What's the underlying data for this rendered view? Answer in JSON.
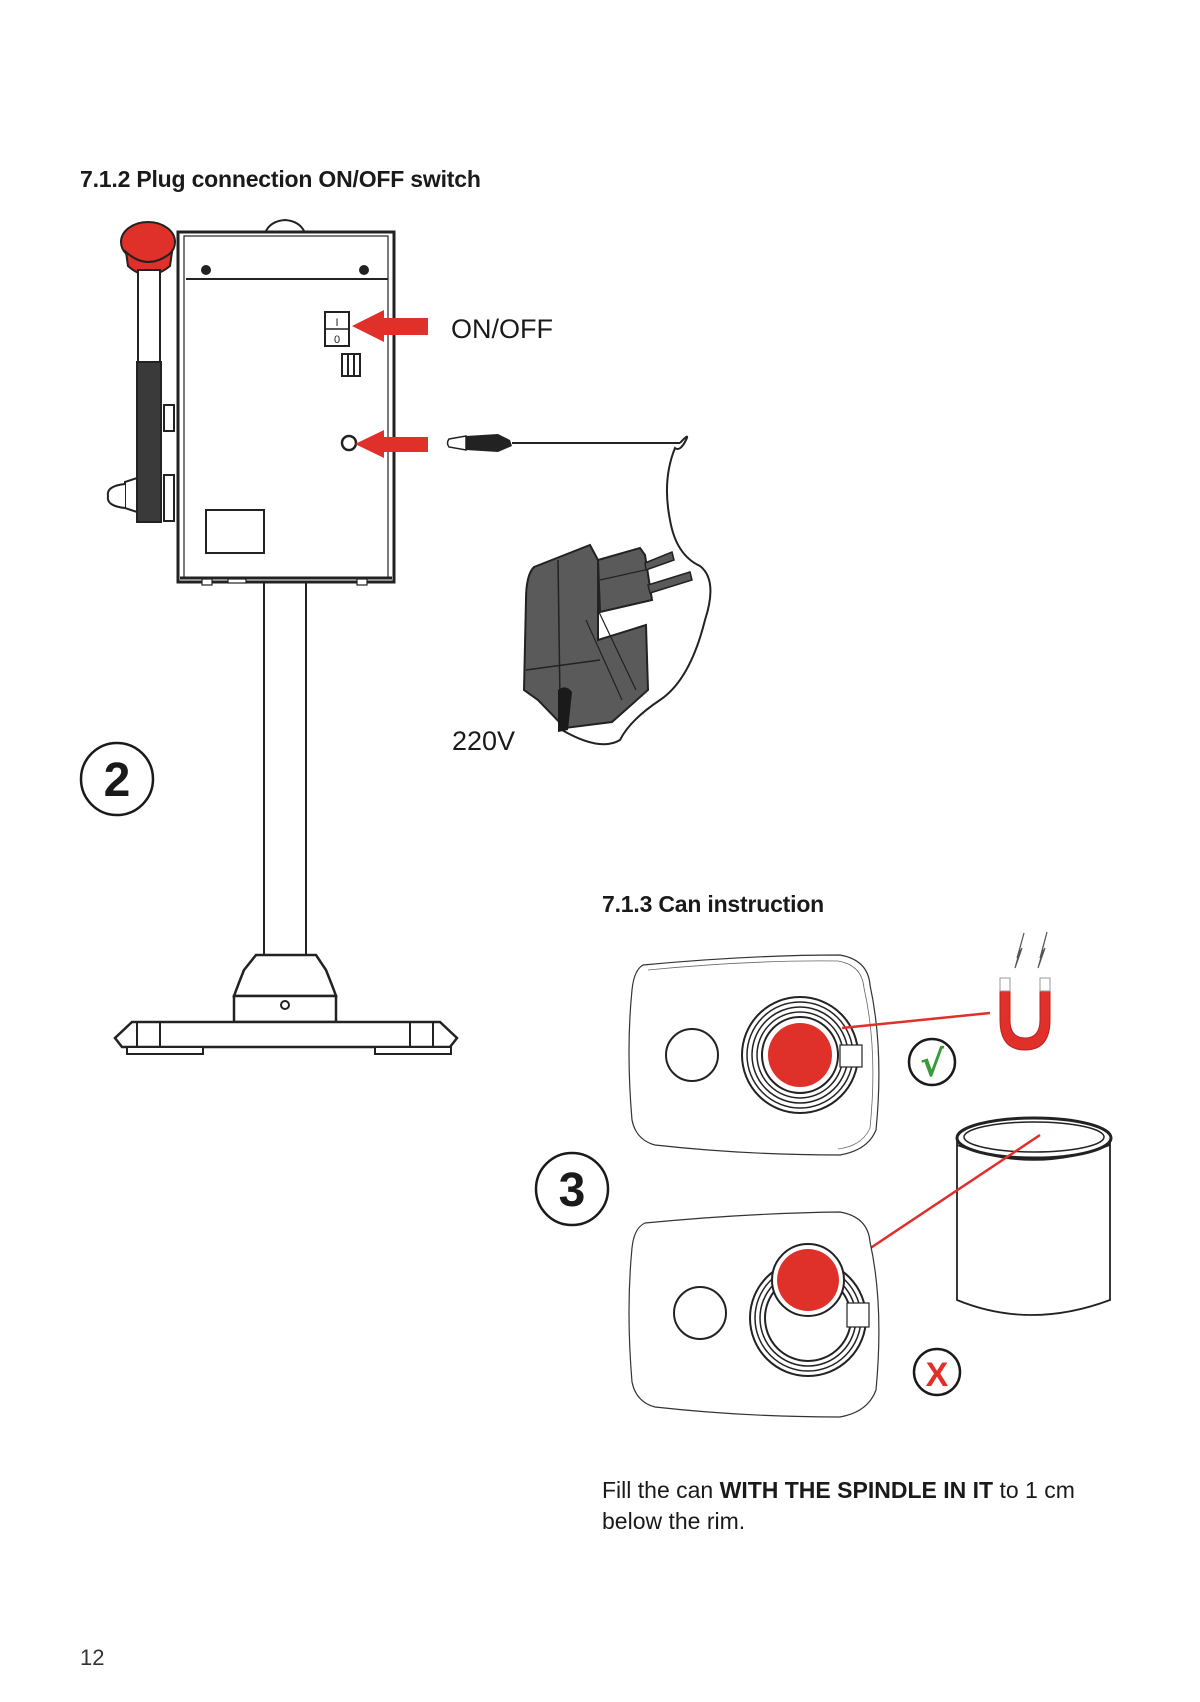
{
  "page": {
    "number": "12"
  },
  "section_plug": {
    "heading": "7.1.2 Plug connection ON/OFF switch",
    "step_number": "2",
    "labels": {
      "switch": "ON/OFF",
      "voltage": "220V"
    },
    "switch_marks": {
      "on": "I",
      "off": "0"
    }
  },
  "section_can": {
    "heading": "7.1.3 Can instruction",
    "step_number": "3",
    "instruction": {
      "prefix": "Fill the can ",
      "emphasis": "WITH THE SPINDLE IN IT",
      "suffix": " to 1 cm",
      "line2": "below the rim."
    },
    "correct_mark": "√",
    "wrong_mark": "X"
  },
  "colors": {
    "accent_red": "#e0302a",
    "check_green": "#3a9a3a",
    "adapter_gray": "#555555",
    "ink": "#1a1a1a"
  }
}
